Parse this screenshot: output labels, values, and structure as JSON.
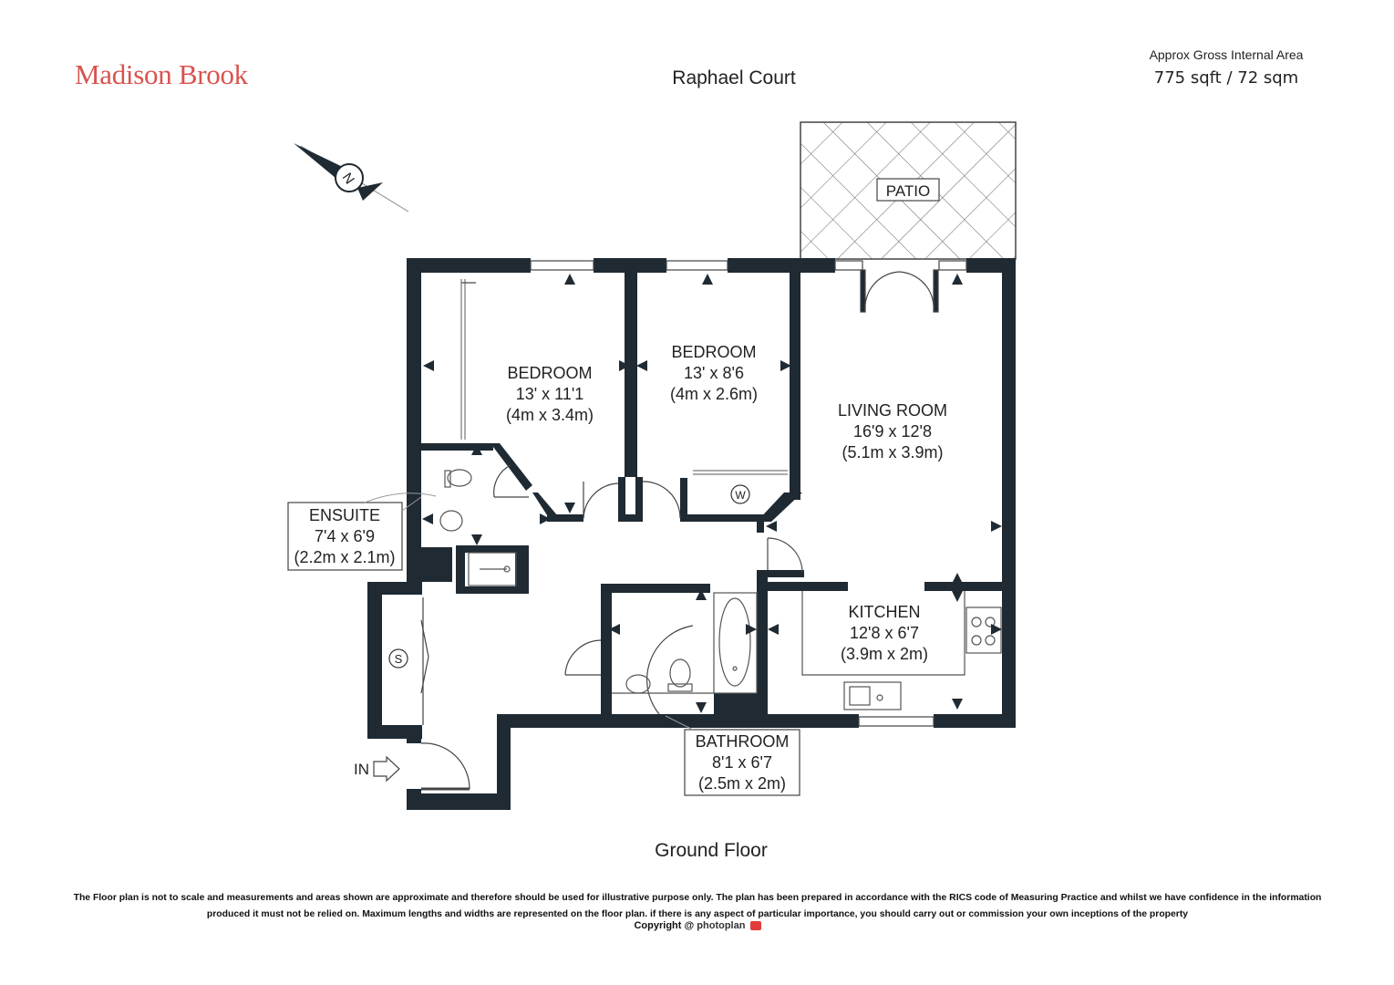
{
  "brand": {
    "logo_text": "Madison Brook",
    "logo_color": "#d9534f"
  },
  "header": {
    "title": "Raphael Court",
    "area_label": "Approx Gross Internal Area",
    "area_value": "775 sqft / 72 sqm"
  },
  "compass": {
    "letter": "N"
  },
  "rooms": {
    "patio": {
      "name": "PATIO"
    },
    "bedroom1": {
      "name": "BEDROOM",
      "size_ft": "13' x 11'1",
      "size_m": "(4m x 3.4m)"
    },
    "bedroom2": {
      "name": "BEDROOM",
      "size_ft": "13' x 8'6",
      "size_m": "(4m x 2.6m)"
    },
    "living": {
      "name": "LIVING ROOM",
      "size_ft": "16'9 x 12'8",
      "size_m": "(5.1m x 3.9m)"
    },
    "ensuite": {
      "name": "ENSUITE",
      "size_ft": "7'4 x 6'9",
      "size_m": "(2.2m x 2.1m)"
    },
    "kitchen": {
      "name": "KITCHEN",
      "size_ft": "12'8 x 6'7",
      "size_m": "(3.9m x 2m)"
    },
    "bathroom": {
      "name": "BATHROOM",
      "size_ft": "8'1 x 6'7",
      "size_m": "(2.5m x 2m)"
    }
  },
  "symbols": {
    "washer": "W",
    "storage": "S",
    "entrance": "IN"
  },
  "floor_name": "Ground Floor",
  "footer": {
    "disclaimer": "The Floor plan is not to scale and measurements and areas shown are approximate and therefore should be used for illustrative purpose only. The plan has been prepared in accordance with the RICS code of Measuring Practice and whilst we have confidence in the information produced it must not be relied on. Maximum  lengths and widths are represented on the floor plan. if there is any aspect of particular importance, you should carry out or commission your own inceptions of the property",
    "copyright_prefix": "Copyright @",
    "copyright_brand": "photoplan"
  },
  "colors": {
    "wall": "#1f2a33",
    "text": "#222222",
    "accent": "#e23b3b"
  }
}
